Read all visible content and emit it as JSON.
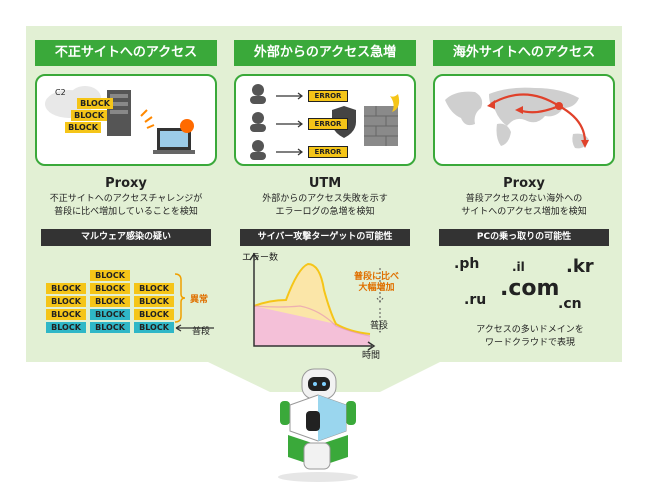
{
  "columns": [
    {
      "title": "不正サイトへのアクセス",
      "panel": {
        "label_c2": "C2",
        "blocks": [
          "BLOCK",
          "BLOCK",
          "BLOCK"
        ]
      },
      "heading": "Proxy",
      "description": "不正サイトへのアクセスチャレンジが\n普段に比べ増加していることを検知",
      "bar": "マルウェア感染の疑い",
      "grid": {
        "block_label": "BLOCK",
        "abnormal_label": "異常",
        "normal_label": "普段"
      }
    },
    {
      "title": "外部からのアクセス急増",
      "panel": {
        "errors": [
          "ERROR",
          "ERROR",
          "ERROR"
        ]
      },
      "heading": "UTM",
      "description": "外部からのアクセス失敗を示す\nエラーログの急増を検知",
      "bar": "サイバー攻撃ターゲットの可能性",
      "graph": {
        "ylabel": "エラー数",
        "xlabel": "時間",
        "spike_label": "普段に比べ\n大幅増加",
        "normal_label": "普段"
      }
    },
    {
      "title": "海外サイトへのアクセス",
      "heading": "Proxy",
      "description": "普段アクセスのない海外への\nサイトへのアクセス増加を検知",
      "bar": "PCの乗っ取りの可能性",
      "tlds": [
        ".ph",
        ".il",
        ".kr",
        ".com",
        ".ru",
        ".cn"
      ],
      "caption": "アクセスの多いドメインを\nワードクラウドで表現"
    }
  ],
  "colors": {
    "accent": "#3aa93a",
    "background": "#e2f0d4",
    "block": "#f5c518",
    "block_normal": "#2fb7c7",
    "alert": "#ff8800"
  }
}
